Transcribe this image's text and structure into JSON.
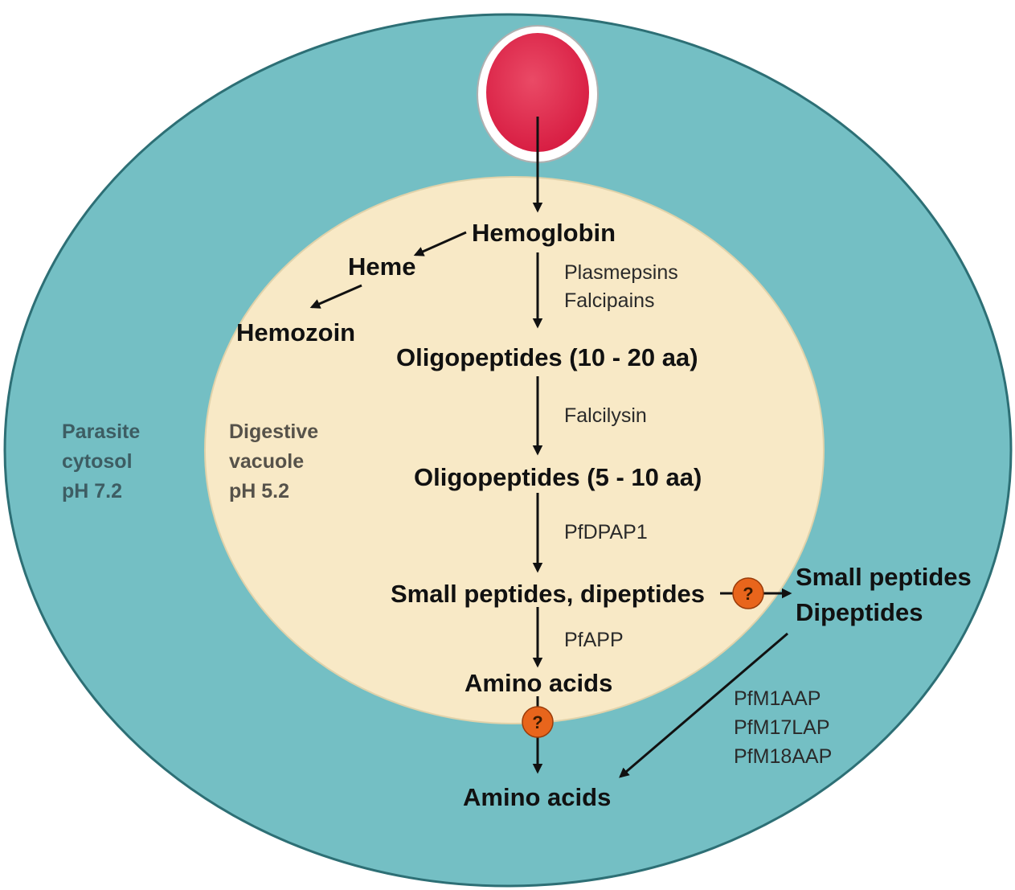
{
  "colors": {
    "cytosol": "#74bfc4",
    "vacuole": "#f8e9c6",
    "rbc": "#e0284e",
    "arrow": "#111111",
    "transporter": "#e8651c",
    "region_text_cytosol": "#3d5d63",
    "region_text_vacuole": "#56524a"
  },
  "regions": {
    "cytosol": [
      "Parasite",
      "cytosol",
      "pH 7.2"
    ],
    "vacuole": [
      "Digestive",
      "vacuole",
      "pH 5.2"
    ]
  },
  "nodes": {
    "hemoglobin": "Hemoglobin",
    "heme": "Heme",
    "hemozoin": "Hemozoin",
    "oligo_long": "Oligopeptides (10 - 20 aa)",
    "oligo_short": "Oligopeptides (5 - 10 aa)",
    "small_peptides_vacuole": "Small peptides, dipeptides",
    "amino_acids_vacuole": "Amino acids",
    "small_peptides_cytosol": [
      "Small peptides",
      "Dipeptides"
    ],
    "amino_acids_cytosol": "Amino acids"
  },
  "enzymes": {
    "step1": [
      "Plasmepsins",
      "Falcipains"
    ],
    "step2": "Falcilysin",
    "step3": "PfDPAP1",
    "step4": "PfAPP",
    "cytosolic": [
      "PfM1AAP",
      "PfM17LAP",
      "PfM18AAP"
    ]
  },
  "transporter_symbol": "?",
  "icons": {
    "red_blood_cell": "red-blood-cell-icon",
    "transporter": "transporter-question-icon"
  }
}
